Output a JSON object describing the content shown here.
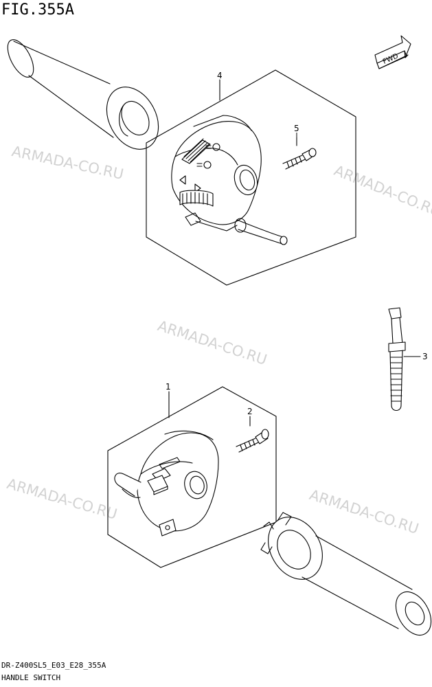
{
  "figure": {
    "title": "FIG.355A",
    "code": "DR-Z400SL5_E03_E28_355A",
    "name": "HANDLE SWITCH",
    "fwd_label": "FWD"
  },
  "watermarks": [
    "ARMADA-CO.RU",
    "ARMADA-CO.RU",
    "ARMADA-CO.RU",
    "ARMADA-CO.RU",
    "ARMADA-CO.RU"
  ],
  "callouts": {
    "part_1": "1",
    "part_2": "2",
    "part_3": "3",
    "part_4": "4",
    "part_5": "5"
  },
  "icons": {
    "fwd": "fwd-arrow-icon",
    "headlight": "headlight-symbol-icon",
    "turn": "turn-signal-symbol-icon"
  }
}
